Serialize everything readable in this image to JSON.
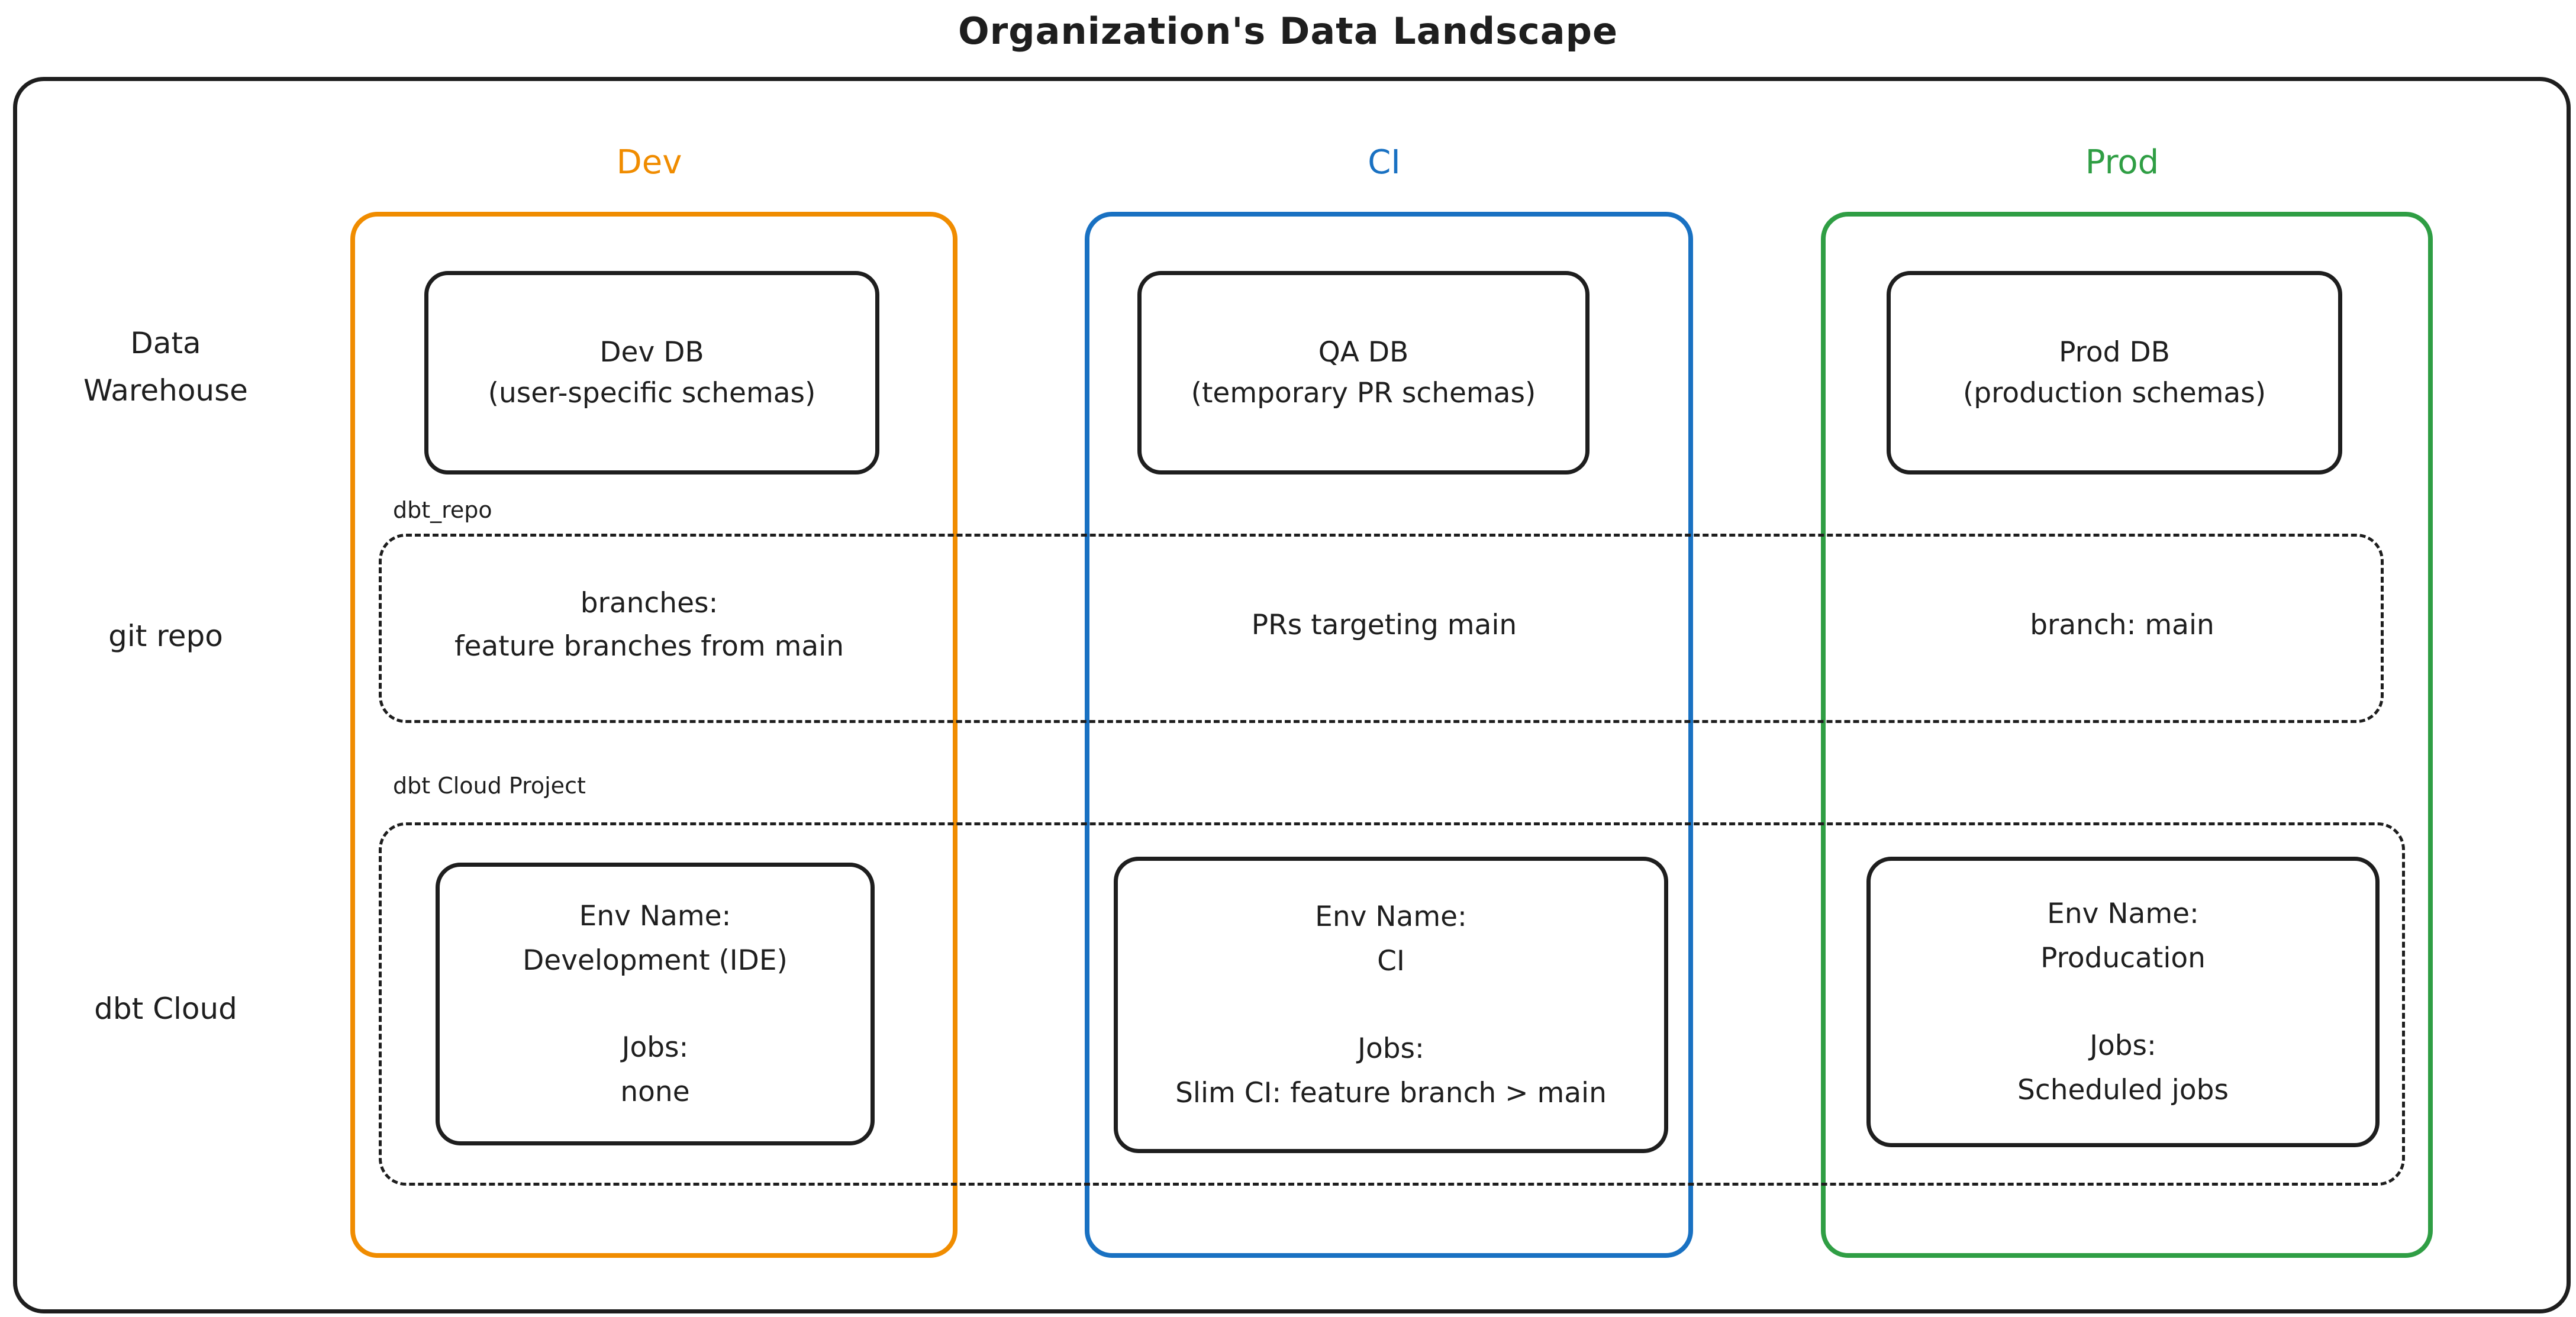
{
  "title": "Organization's Data Landscape",
  "colors": {
    "dev": "#f08c00",
    "ci": "#1971c2",
    "prod": "#2f9e44",
    "stroke": "#1e1e1e"
  },
  "row_labels": {
    "warehouse": "Data Warehouse",
    "git": "git repo",
    "dbt": "dbt Cloud"
  },
  "columns": {
    "dev": {
      "header": "Dev"
    },
    "ci": {
      "header": "CI"
    },
    "prod": {
      "header": "Prod"
    }
  },
  "warehouse_row": {
    "dev": {
      "name": "Dev DB",
      "detail": "(user-specific schemas)"
    },
    "ci": {
      "name": "QA DB",
      "detail": "(temporary PR schemas)"
    },
    "prod": {
      "name": "Prod DB",
      "detail": "(production schemas)"
    }
  },
  "git_row": {
    "box_label": "dbt_repo",
    "dev_line1": "branches:",
    "dev_line2": "feature branches from main",
    "ci": "PRs targeting main",
    "prod": "branch: main"
  },
  "dbt_row": {
    "box_label": "dbt Cloud Project",
    "dev": {
      "env_label": "Env Name:",
      "env_name": "Development (IDE)",
      "jobs_label": "Jobs:",
      "jobs_value": "none"
    },
    "ci": {
      "env_label": "Env Name:",
      "env_name": "CI",
      "jobs_label": "Jobs:",
      "jobs_value": "Slim CI: feature branch > main"
    },
    "prod": {
      "env_label": "Env Name:",
      "env_name": "Producation",
      "jobs_label": "Jobs:",
      "jobs_value": "Scheduled jobs"
    }
  }
}
